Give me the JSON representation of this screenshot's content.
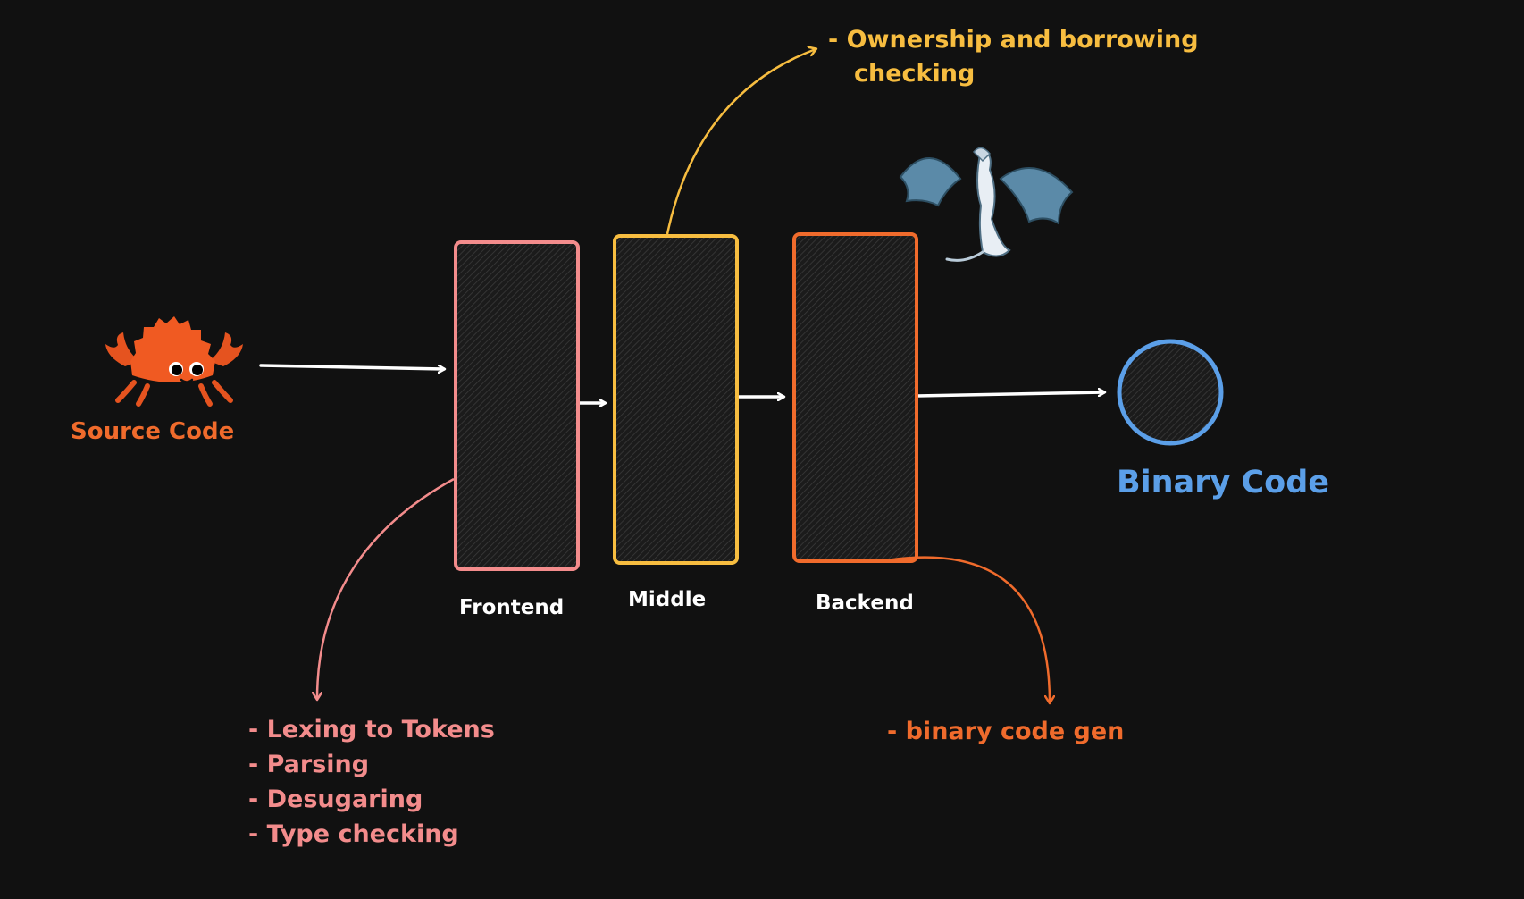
{
  "source": {
    "label": "Source Code",
    "icon": "ferris-crab-icon",
    "color": "#f06b2c"
  },
  "stages": [
    {
      "label": "Frontend",
      "color": "#f38c8c"
    },
    {
      "label": "Middle",
      "color": "#f7bd40"
    },
    {
      "label": "Backend",
      "color": "#f06b2c"
    }
  ],
  "output": {
    "label": "Binary Code",
    "color": "#5b9fe8"
  },
  "annotations": {
    "middle": [
      "- Ownership and borrowing",
      "checking"
    ],
    "frontend": [
      "- Lexing to Tokens",
      "- Parsing",
      "- Desugaring",
      "- Type checking"
    ],
    "backend": [
      "- binary code gen"
    ]
  },
  "backend_icon": "llvm-dragon-icon",
  "colors": {
    "background": "#111111",
    "arrow": "#ffffff"
  }
}
